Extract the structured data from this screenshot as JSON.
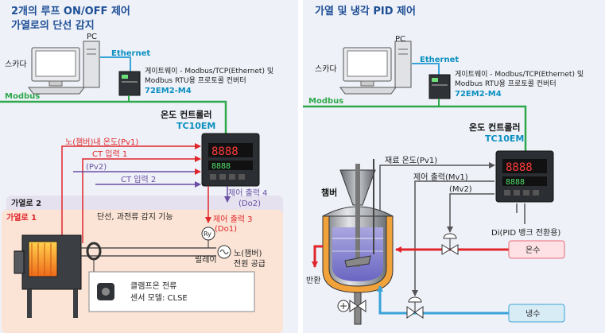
{
  "left": {
    "title_line1": "2개의 루프 ON/OFF 제어",
    "title_line2": "가열로의 단선 감지",
    "pc": "PC",
    "scada": "스카다",
    "ethernet": "Ethernet",
    "gateway_line1": "게이트웨이 - Modbus/TCP(Ethernet) 및",
    "gateway_line2": "Modbus RTU용 프로토콜 컨버터",
    "gateway_model": "72EM2-M4",
    "modbus": "Modbus",
    "controller_name": "온도 컨트롤러",
    "controller_model": "TC10EM",
    "sig_pv1": "노(챔버)내 온도(Pv1)",
    "sig_ct1": "CT 입력 1",
    "sig_pv2": "(Pv2)",
    "sig_ct2": "CT 입력 2",
    "sig_out4": "제어 출력 4",
    "sig_do2": "(Do2)",
    "sig_detect": "단선, 과전류 감지 기능",
    "sig_out3": "제어 출력 3",
    "sig_do1": "(Do1)",
    "furnace2": "가열로 2",
    "furnace1": "가열로 1",
    "ry": "Ry",
    "relay": "릴레이",
    "power_line1": "노(챔버)",
    "power_line2": "전원 공급",
    "clamp_line1": "클램프온 전류",
    "clamp_line2": "센서 모델: CLSE"
  },
  "right": {
    "title": "가열 및 냉각 PID 제어",
    "pc": "PC",
    "scada": "스카다",
    "ethernet": "Ethernet",
    "gateway_line1": "게이트웨이 - Modbus/TCP(Ethernet) 및",
    "gateway_line2": "Modbus RTU용 프로토콜 컨버터",
    "gateway_model": "72EM2-M4",
    "modbus": "Modbus",
    "controller_name": "온도 컨트롤러",
    "controller_model": "TC10EM",
    "material_temp": "재료 온도(Pv1)",
    "control_out": "제어 출력(Mv1)",
    "mv2": "(Mv2)",
    "chamber": "챔버",
    "di": "Di(PID 뱅크 전환용)",
    "hot_water": "온수",
    "return": "반환",
    "cold_water": "냉수"
  },
  "colors": {
    "title_blue": "#1e4f96",
    "green_line": "#2da84a",
    "red_line": "#e0262b",
    "purple_line": "#6a4fa3",
    "cyan_model": "#0a8fc0",
    "furnace1_bg": "#fbe4d6",
    "furnace2_bg": "#e6e1ef",
    "hot_box": "#fde1e4",
    "cold_box": "#d8ecf6"
  },
  "icons": [
    "pc-icon",
    "gateway-icon",
    "controller-icon",
    "furnace-icon",
    "clamp-sensor-icon",
    "relay-icon",
    "power-supply-icon",
    "chamber-icon",
    "valve-icon",
    "pump-icon"
  ]
}
